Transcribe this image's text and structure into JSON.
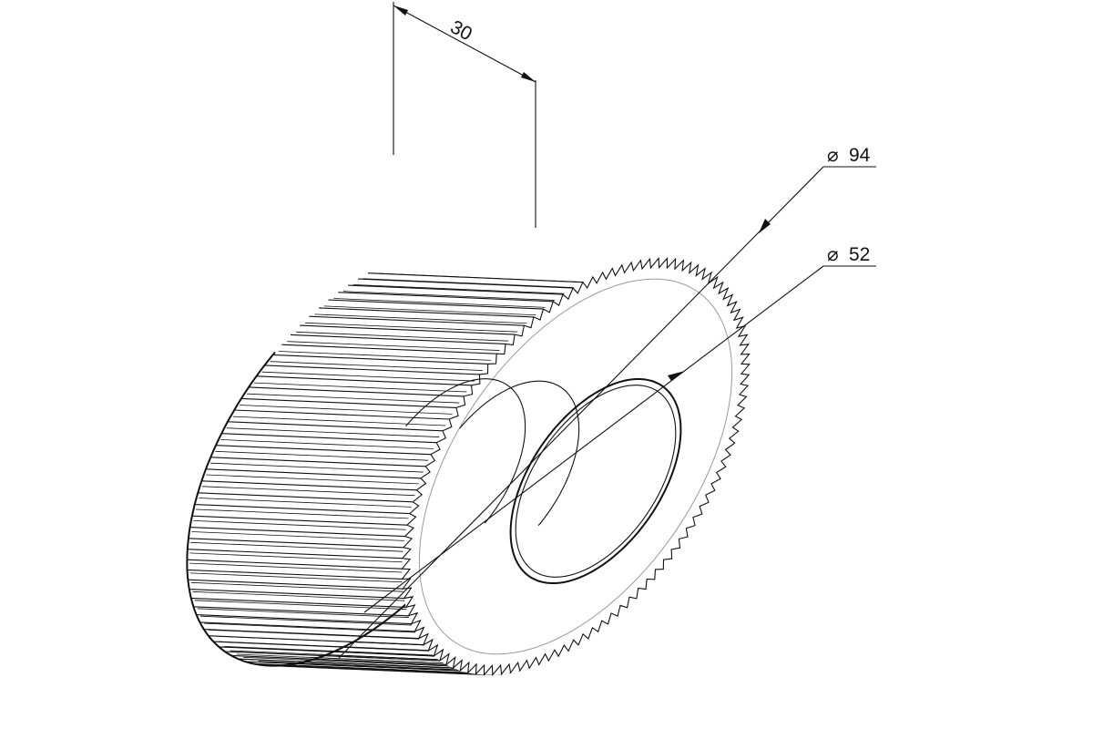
{
  "drawing": {
    "part": "knurled-roller",
    "dimensions": {
      "width": {
        "text": "30"
      },
      "outer_diameter": {
        "text": "94",
        "symbol": "⌀"
      },
      "bore_diameter": {
        "text": "52",
        "symbol": "⌀"
      }
    },
    "colors": {
      "line": "#111111",
      "hidden_line": "#9a9a9a",
      "background": "#ffffff"
    },
    "teeth_count": 110
  }
}
